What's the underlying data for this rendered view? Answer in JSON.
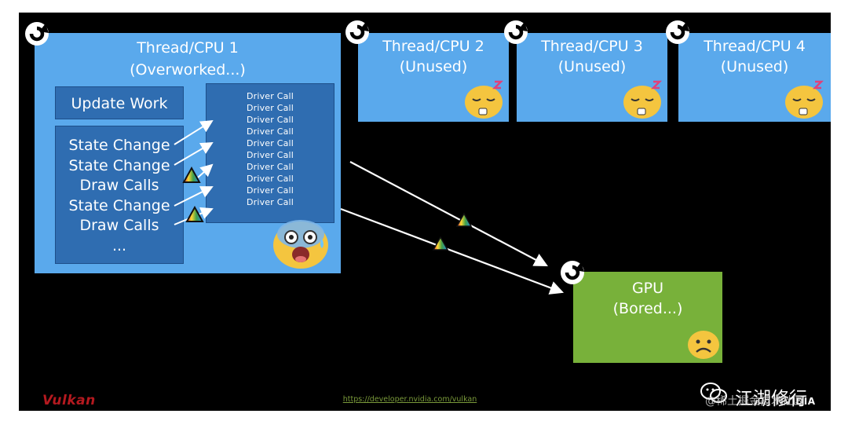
{
  "cpu1": {
    "title": "Thread/CPU 1",
    "subtitle": "(Overworked...)",
    "update_label": "Update Work",
    "work_items": [
      "State Change",
      "State Change",
      "Draw Calls",
      "State Change",
      "Draw Calls",
      "..."
    ],
    "driver_calls": [
      "Driver Call",
      "Driver Call",
      "Driver Call",
      "Driver Call",
      "Driver Call",
      "Driver Call",
      "Driver Call",
      "Driver Call",
      "Driver Call",
      "Driver Call"
    ]
  },
  "cpus": [
    {
      "title": "Thread/CPU 2",
      "subtitle": "(Unused)"
    },
    {
      "title": "Thread/CPU 3",
      "subtitle": "(Unused)"
    },
    {
      "title": "Thread/CPU 4",
      "subtitle": "(Unused)"
    }
  ],
  "gpu": {
    "title": "GPU",
    "subtitle": "(Bored...)"
  },
  "footer": {
    "logo": "Vulkan",
    "url": "https://developer.nvidia.com/vulkan",
    "nvidia": "NVIDIA"
  },
  "watermark": {
    "main": "江湖修行",
    "sub": "@稀土掘金技术社区"
  },
  "colors": {
    "cpu_box": "#5aa9ec",
    "inner_box": "#2f6db1",
    "gpu_box": "#78b13a",
    "background": "#000000"
  }
}
